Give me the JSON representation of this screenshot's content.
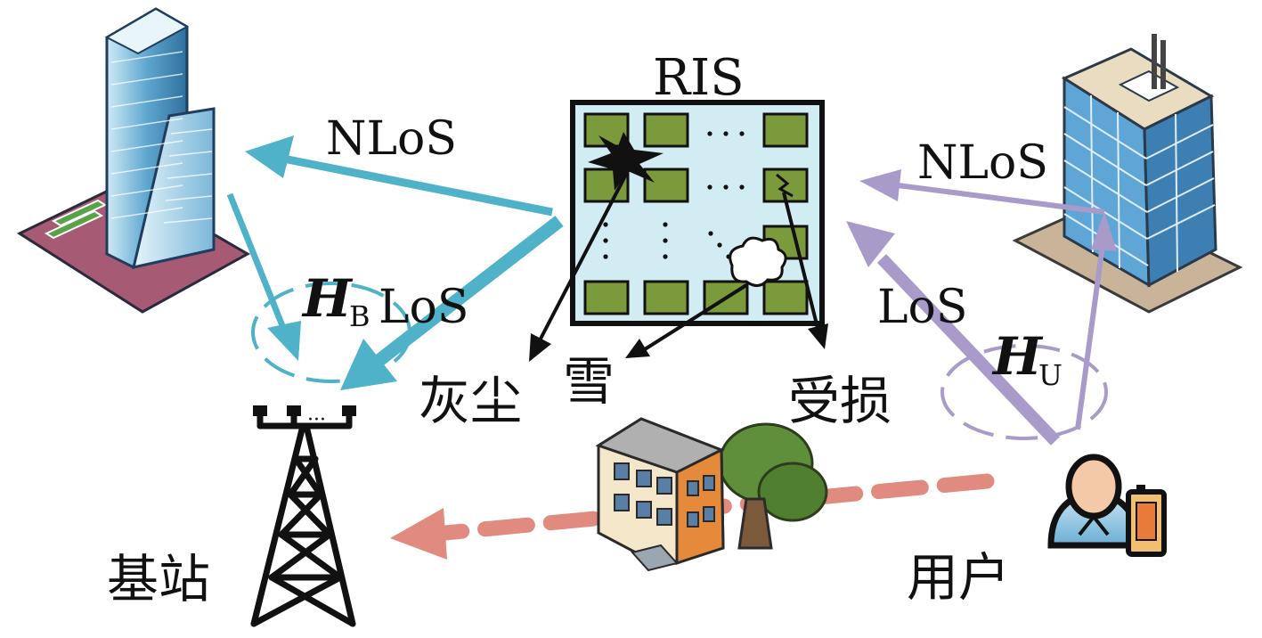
{
  "labels": {
    "ris": "RIS",
    "nlos_left": "NLoS",
    "nlos_right": "NLoS",
    "los_left": "LoS",
    "los_right": "LoS",
    "hb_symbol": "H",
    "hb_subscript": "B",
    "hu_symbol": "H",
    "hu_subscript": "U",
    "dust": "灰尘",
    "snow": "雪",
    "damaged": "受损",
    "base_station": "基站",
    "user": "用户",
    "ellipsis": "···"
  },
  "colors": {
    "teal": "#4fb2c8",
    "lavender": "#a99bc9",
    "salmon": "#e08a80",
    "ris_bg": "#d2ecf3",
    "ris_element": "#7a9a3c"
  }
}
